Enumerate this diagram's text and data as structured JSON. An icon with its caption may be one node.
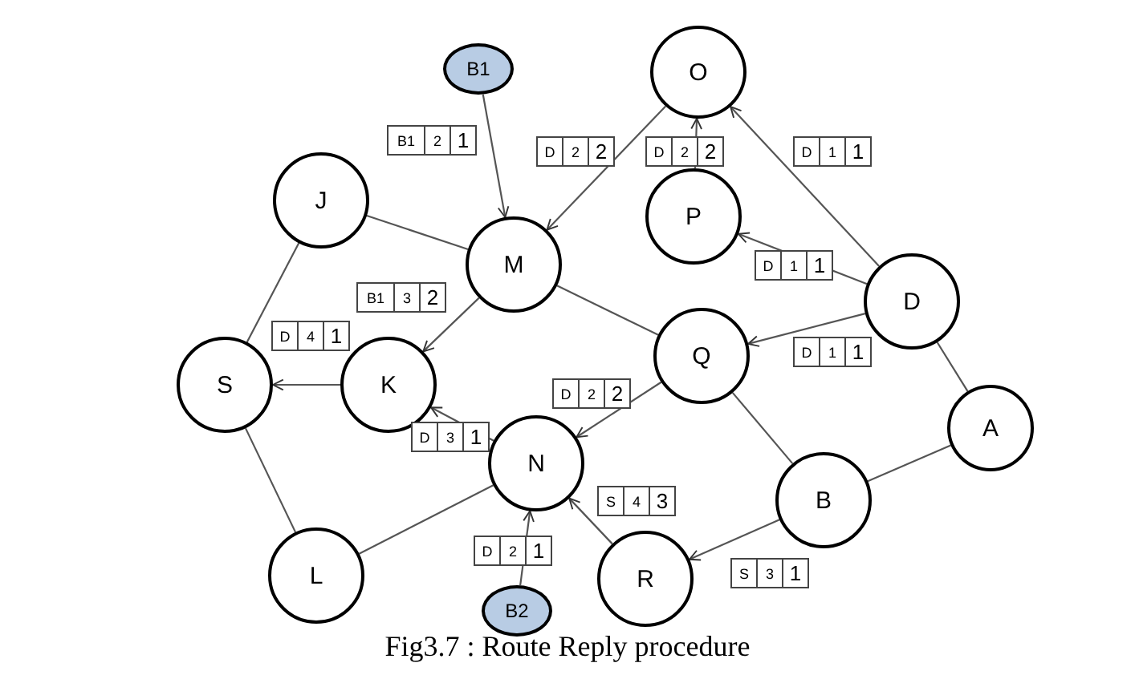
{
  "diagram": {
    "caption": "Fig3.7 : Route Reply procedure",
    "nodes": [
      {
        "text": [
          "B1"
        ]
      },
      {
        "text": [
          "O"
        ]
      },
      {
        "text": [
          "J"
        ]
      },
      {
        "text": [
          "M"
        ]
      },
      {
        "text": [
          "P"
        ]
      },
      {
        "text": [
          "D"
        ]
      },
      {
        "text": [
          "S"
        ]
      },
      {
        "text": [
          "K"
        ]
      },
      {
        "text": [
          "Q"
        ]
      },
      {
        "text": [
          "A"
        ]
      },
      {
        "text": [
          "N"
        ]
      },
      {
        "text": [
          "B"
        ]
      },
      {
        "text": [
          "L"
        ]
      },
      {
        "text": [
          "R"
        ]
      },
      {
        "text": [
          "B2"
        ]
      }
    ],
    "edges": [
      {
        "from": 0,
        "to": 3,
        "arrow": "to"
      },
      {
        "from": 1,
        "to": 3,
        "arrow": "to"
      },
      {
        "from": 4,
        "to": 1,
        "arrow": "to"
      },
      {
        "from": 5,
        "to": 1,
        "arrow": "to"
      },
      {
        "from": 5,
        "to": 4,
        "arrow": "to"
      },
      {
        "from": 2,
        "to": 3,
        "arrow": "none"
      },
      {
        "from": 3,
        "to": 8,
        "arrow": "none"
      },
      {
        "from": 2,
        "to": 6,
        "arrow": "none"
      },
      {
        "from": 3,
        "to": 7,
        "arrow": "to"
      },
      {
        "from": 5,
        "to": 8,
        "arrow": "to"
      },
      {
        "from": 7,
        "to": 6,
        "arrow": "to"
      },
      {
        "from": 10,
        "to": 7,
        "arrow": "to"
      },
      {
        "from": 8,
        "to": 10,
        "arrow": "to"
      },
      {
        "from": 8,
        "to": 11,
        "arrow": "none"
      },
      {
        "from": 9,
        "to": 5,
        "arrow": "none"
      },
      {
        "from": 11,
        "to": 9,
        "arrow": "none"
      },
      {
        "from": 6,
        "to": 12,
        "arrow": "none"
      },
      {
        "from": 12,
        "to": 10,
        "arrow": "none"
      },
      {
        "from": 14,
        "to": 10,
        "arrow": "to"
      },
      {
        "from": 13,
        "to": 10,
        "arrow": "to"
      },
      {
        "from": 11,
        "to": 13,
        "arrow": "to"
      }
    ],
    "labels": [
      "B1",
      "2",
      "1",
      "D",
      "2",
      "2",
      "D",
      "2",
      "2",
      "D",
      "1",
      "1",
      "D",
      "1",
      "1",
      "B1",
      "3",
      "2",
      "D",
      "4",
      "1",
      "D",
      "1",
      "1",
      "D",
      "2",
      "2",
      "D",
      "3",
      "1",
      "S",
      "4",
      "3",
      "D",
      "2",
      "1",
      "S",
      "3",
      "1"
    ]
  }
}
